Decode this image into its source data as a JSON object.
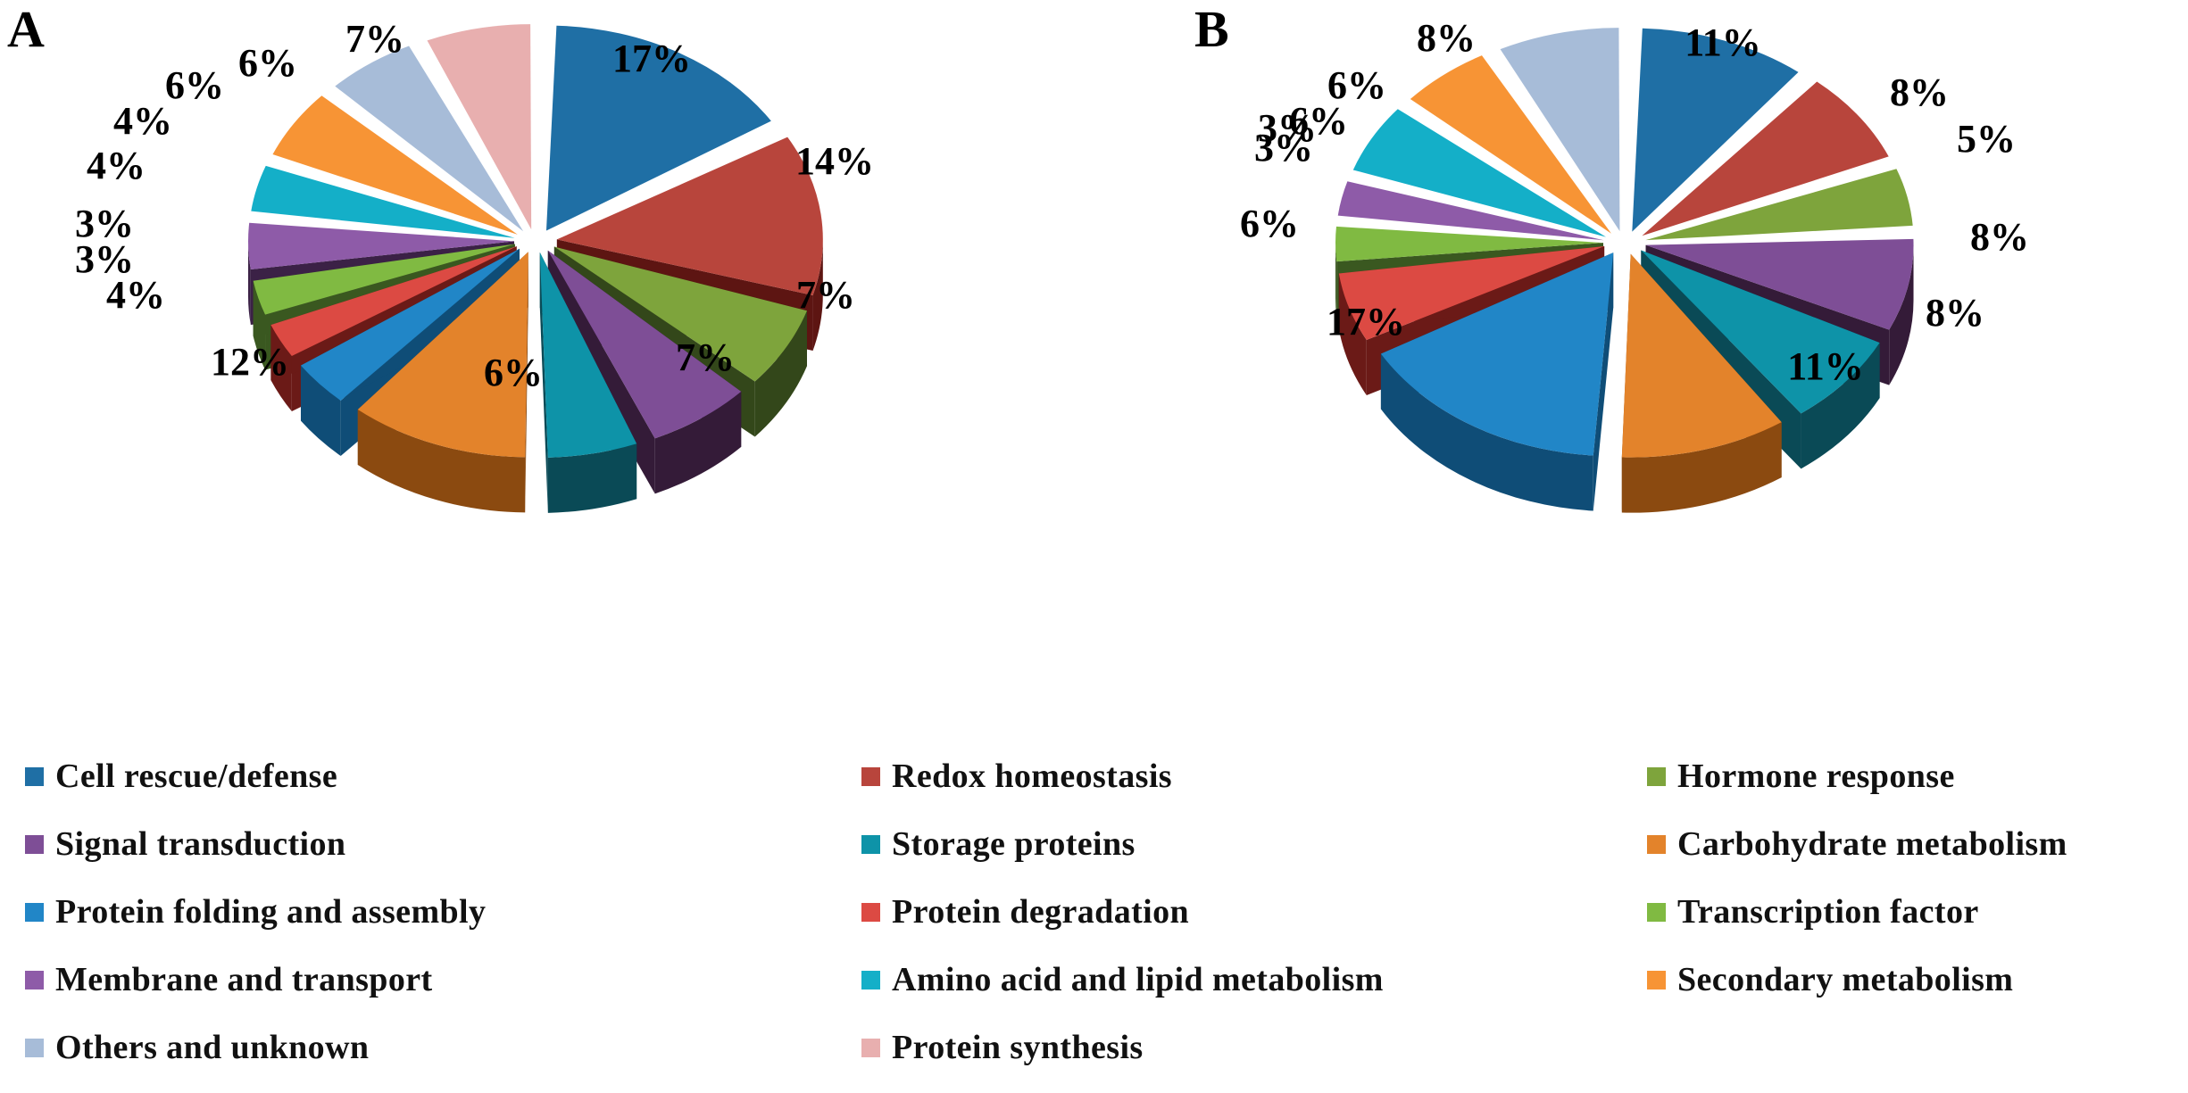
{
  "panels": {
    "a": {
      "label": "A"
    },
    "b": {
      "label": "B"
    }
  },
  "categories": [
    {
      "key": "cell_rescue_defense",
      "label": "Cell rescue/defense",
      "color": "#1F6FA5",
      "side": "#10506F"
    },
    {
      "key": "redox_homeostasis",
      "label": "Redox homeostasis",
      "color": "#B8453C",
      "side": "#5D1512"
    },
    {
      "key": "hormone_response",
      "label": "Hormone response",
      "color": "#7EA43C",
      "side": "#33471A"
    },
    {
      "key": "signal_transduction",
      "label": "Signal transduction",
      "color": "#7E4E96",
      "side": "#341B38"
    },
    {
      "key": "storage_proteins",
      "label": "Storage proteins",
      "color": "#0E93A8",
      "side": "#0A4A56"
    },
    {
      "key": "carbohydrate_metabolism",
      "label": "Carbohydrate metabolism",
      "color": "#E3832B",
      "side": "#8B4A10"
    },
    {
      "key": "protein_folding_assembly",
      "label": "Protein folding and assembly",
      "color": "#2186C7",
      "side": "#0F4D77"
    },
    {
      "key": "protein_degradation",
      "label": "Protein degradation",
      "color": "#DC4A43",
      "side": "#6B1A17"
    },
    {
      "key": "transcription_factor",
      "label": "Transcription factor",
      "color": "#80BA42",
      "side": "#3A5820"
    },
    {
      "key": "membrane_and_transport",
      "label": "Membrane and transport",
      "color": "#8E5BA8",
      "side": "#3B2146"
    },
    {
      "key": "amino_acid_lipid_metab",
      "label": "Amino acid and lipid metabolism",
      "color": "#14AFC8",
      "side": "#0A5865"
    },
    {
      "key": "secondary_metabolism",
      "label": "Secondary metabolism",
      "color": "#F79435",
      "side": "#8C4F12"
    },
    {
      "key": "others_and_unknown",
      "label": "Others and unknown",
      "color": "#A7BCD8",
      "side": "#49525C"
    },
    {
      "key": "protein_synthesis",
      "label": "Protein synthesis",
      "color": "#E8AFAF",
      "side": "#6B4A49"
    }
  ],
  "legend": {
    "columns": [
      {
        "items": [
          {
            "label": "Cell rescue/defense",
            "color": "#1F6FA5"
          },
          {
            "label": "Signal transduction",
            "color": "#7E4E96"
          },
          {
            "label": "Protein folding and assembly",
            "color": "#2186C7"
          },
          {
            "label": "Membrane and transport",
            "color": "#8E5BA8"
          },
          {
            "label": "Others and unknown",
            "color": "#A7BCD8"
          }
        ]
      },
      {
        "items": [
          {
            "label": "Redox homeostasis",
            "color": "#B8453C"
          },
          {
            "label": "Storage proteins",
            "color": "#0E93A8"
          },
          {
            "label": "Protein degradation",
            "color": "#DC4A43"
          },
          {
            "label": "Amino acid and lipid metabolism",
            "color": "#14AFC8"
          },
          {
            "label": "Protein synthesis",
            "color": "#E8AFAF"
          }
        ]
      },
      {
        "items": [
          {
            "label": "Hormone response",
            "color": "#7EA43C"
          },
          {
            "label": "Carbohydrate metabolism",
            "color": "#E3832B"
          },
          {
            "label": "Transcription factor",
            "color": "#80BA42"
          },
          {
            "label": "Secondary metabolism",
            "color": "#F79435"
          }
        ]
      }
    ]
  },
  "chart_data": [
    {
      "id": "a",
      "type": "pie",
      "title": "A",
      "categories": [
        "Cell rescue/defense",
        "Redox homeostasis",
        "Hormone response",
        "Signal transduction",
        "Storage proteins",
        "Carbohydrate metabolism",
        "Protein folding and assembly",
        "Protein degradation",
        "Transcription factor",
        "Membrane and transport",
        "Amino acid and lipid metabolism",
        "Secondary metabolism",
        "Others and unknown",
        "Protein synthesis"
      ],
      "values": [
        17,
        14,
        7,
        7,
        6,
        12,
        4,
        3,
        3,
        4,
        4,
        6,
        6,
        7
      ],
      "labels": [
        "17%",
        "14%",
        "7%",
        "7%",
        "6%",
        "12%",
        "4%",
        "3%",
        "3%",
        "4%",
        "4%",
        "6%",
        "6%",
        "7%"
      ],
      "unit": "percent",
      "exploded": true,
      "three_d": true,
      "legend_position": "bottom"
    },
    {
      "id": "b",
      "type": "pie",
      "title": "B",
      "categories": [
        "Cell rescue/defense",
        "Redox homeostasis",
        "Hormone response",
        "Signal transduction",
        "Storage proteins",
        "Carbohydrate metabolism",
        "Protein folding and assembly",
        "Protein degradation",
        "Transcription factor",
        "Membrane and transport",
        "Amino acid and lipid metabolism",
        "Secondary metabolism",
        "Others and unknown"
      ],
      "values": [
        11,
        8,
        5,
        8,
        8,
        11,
        17,
        6,
        3,
        3,
        6,
        6,
        8
      ],
      "labels": [
        "11%",
        "8%",
        "5%",
        "8%",
        "8%",
        "11%",
        "17%",
        "6%",
        "3%",
        "3%",
        "6%",
        "6%",
        "8%"
      ],
      "unit": "percent",
      "exploded": true,
      "three_d": true,
      "legend_position": "bottom"
    }
  ]
}
